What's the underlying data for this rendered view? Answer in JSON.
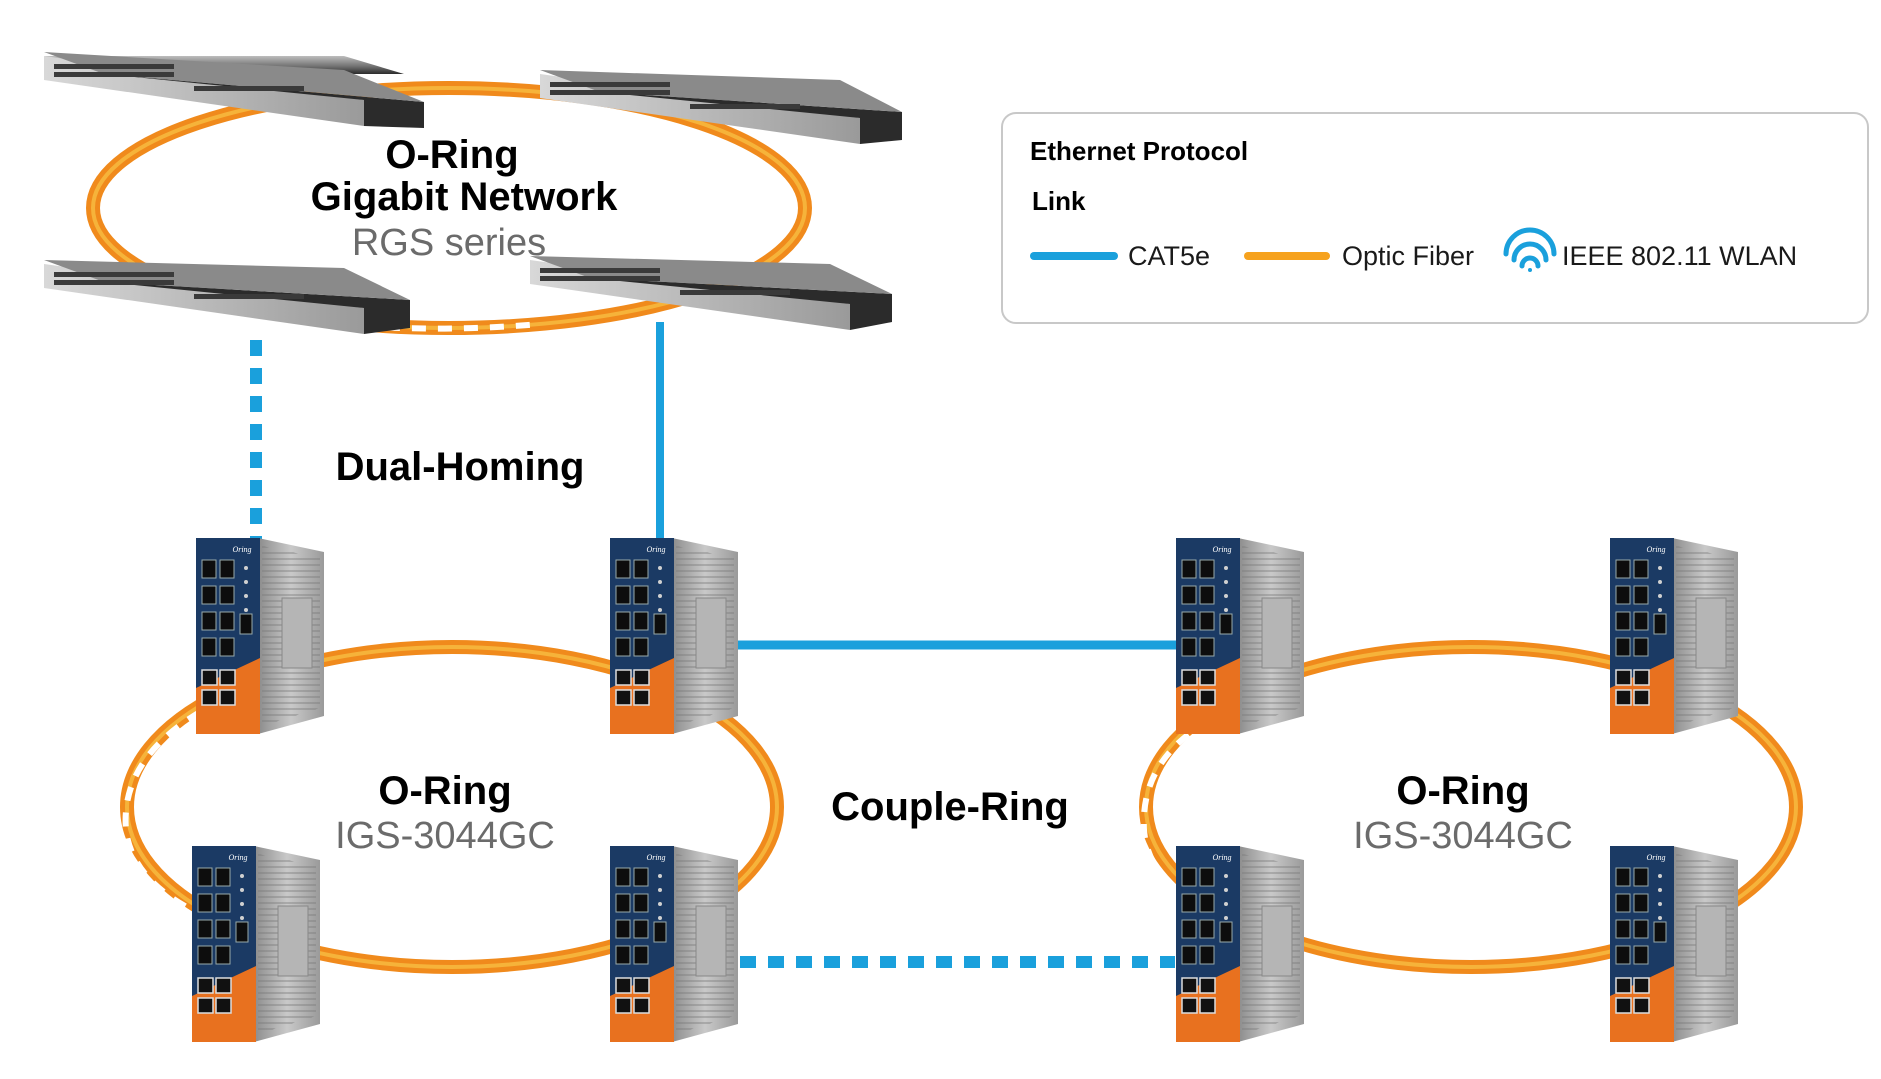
{
  "colors": {
    "cat5e": "#1aa0dc",
    "fiber": "#f08a1c",
    "fiber_inner": "#f6b33a",
    "device_blue": "#1b3a64",
    "device_orange": "#e8711f",
    "rack_dark": "#2a2a2a"
  },
  "top_ring": {
    "title": "O-Ring",
    "subtitle": "Gigabit Network",
    "series": "RGS series"
  },
  "dual_homing_label": "Dual-Homing",
  "couple_ring_label": "Couple-Ring",
  "left_ring": {
    "title": "O-Ring",
    "model": "IGS-3044GC"
  },
  "right_ring": {
    "title": "O-Ring",
    "model": "IGS-3044GC"
  },
  "legend": {
    "heading": "Ethernet Protocol",
    "subheading": "Link",
    "items": [
      {
        "label": "CAT5e",
        "icon": "cat5e-line"
      },
      {
        "label": "Optic Fiber",
        "icon": "fiber-line"
      },
      {
        "label": "IEEE 802.11 WLAN",
        "icon": "wifi-icon"
      }
    ]
  },
  "device_brand": "Oring"
}
